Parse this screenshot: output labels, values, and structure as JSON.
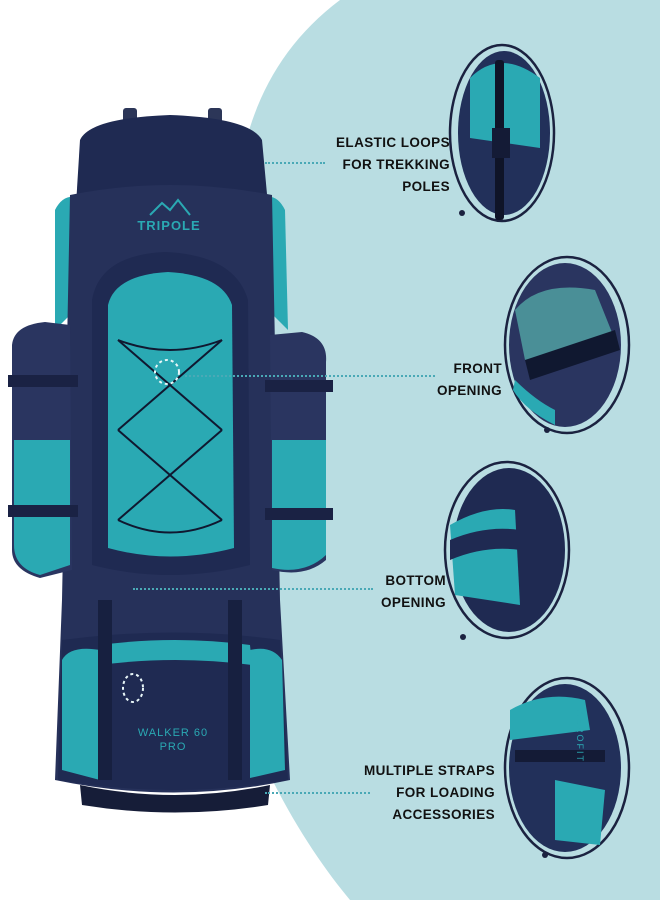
{
  "brand": {
    "logo_text": "TRIPOLE"
  },
  "product": {
    "model_line1": "WALKER 60",
    "model_line2": "PRO",
    "side_print": "AEROFIT"
  },
  "features": [
    {
      "lines": [
        "ELASTIC LOOPS",
        "FOR TREKKING",
        "POLES"
      ]
    },
    {
      "lines": [
        "FRONT",
        "OPENING"
      ]
    },
    {
      "lines": [
        "BOTTOM",
        "OPENING"
      ]
    },
    {
      "lines": [
        "MULTIPLE STRAPS",
        "FOR LOADING",
        "ACCESSORIES"
      ]
    }
  ],
  "colors": {
    "background_shape": "#b9dde2",
    "navy": "#1f2a52",
    "teal": "#2aa9b3",
    "accent_line": "#4aa9b6"
  }
}
